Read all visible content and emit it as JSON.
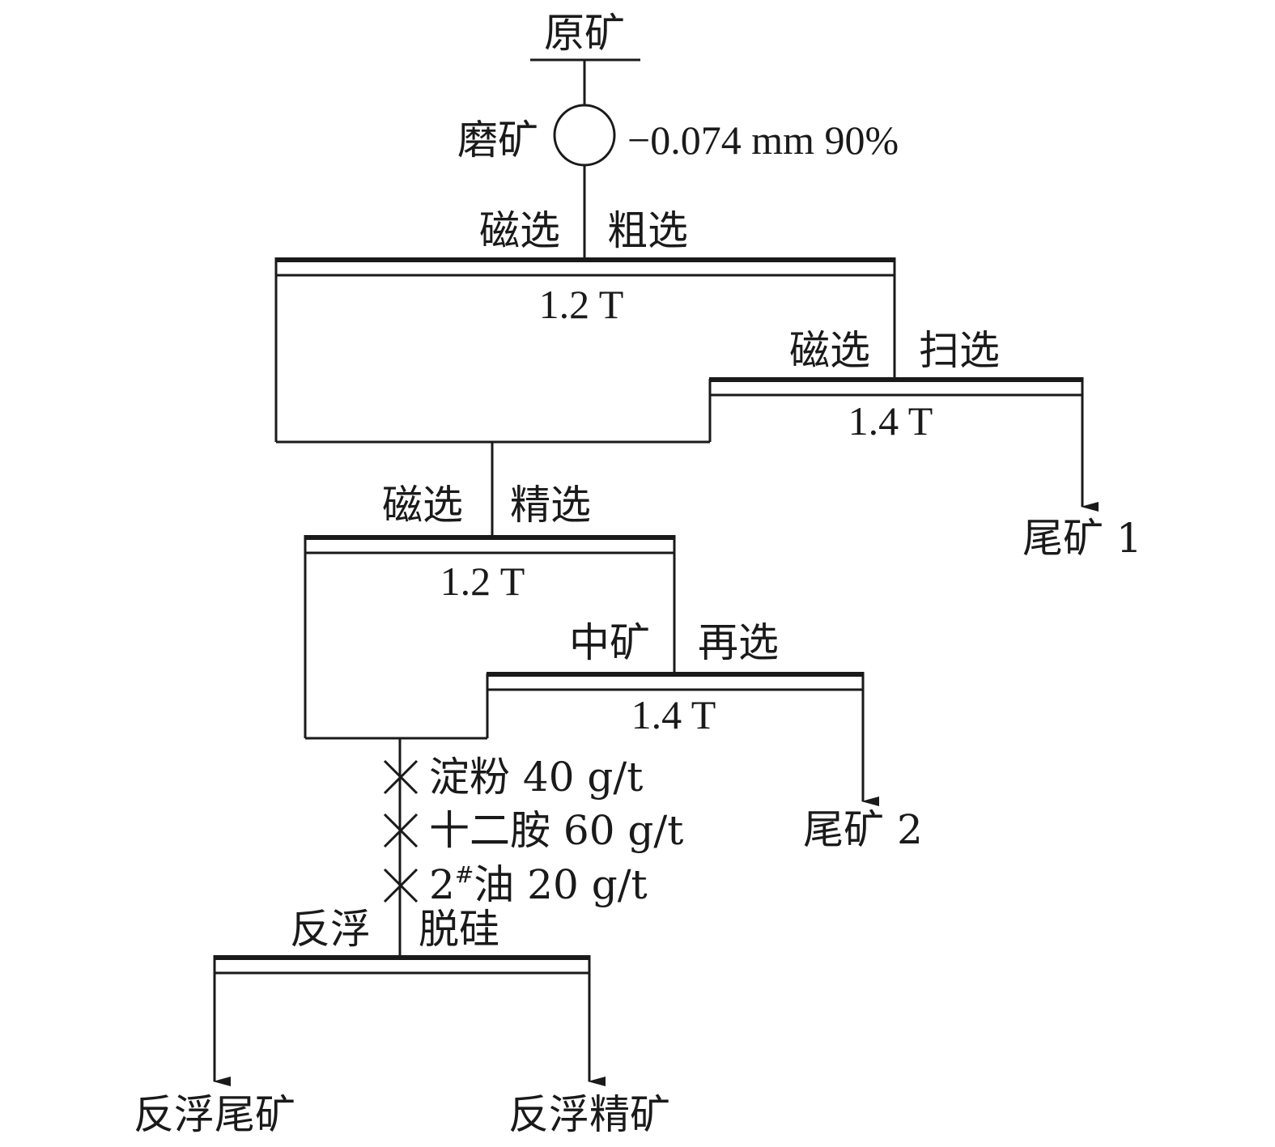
{
  "feed": {
    "label": "原矿"
  },
  "grinding": {
    "label": "磨矿",
    "spec": "−0.074 mm 90%"
  },
  "rougher": {
    "label_left": "磁选",
    "label_right": "粗选",
    "field": "1.2 T"
  },
  "scavenger": {
    "label_left": "磁选",
    "label_right": "扫选",
    "field": "1.4 T"
  },
  "tailings1": {
    "label": "尾矿 1"
  },
  "cleaner": {
    "label_left": "磁选",
    "label_right": "精选",
    "field": "1.2 T"
  },
  "middling": {
    "label_left": "中矿",
    "label_right": "再选",
    "field": "1.4 T"
  },
  "tailings2": {
    "label": "尾矿 2"
  },
  "reagents": [
    {
      "label": "淀粉 40 g/t"
    },
    {
      "label": "十二胺 60 g/t"
    },
    {
      "prefix": "2",
      "sup": "#",
      "label": "油 20 g/t"
    }
  ],
  "flotation": {
    "label_left": "反浮",
    "label_right": "脱硅"
  },
  "products": {
    "tailings": "反浮尾矿",
    "concentrate": "反浮精矿"
  }
}
